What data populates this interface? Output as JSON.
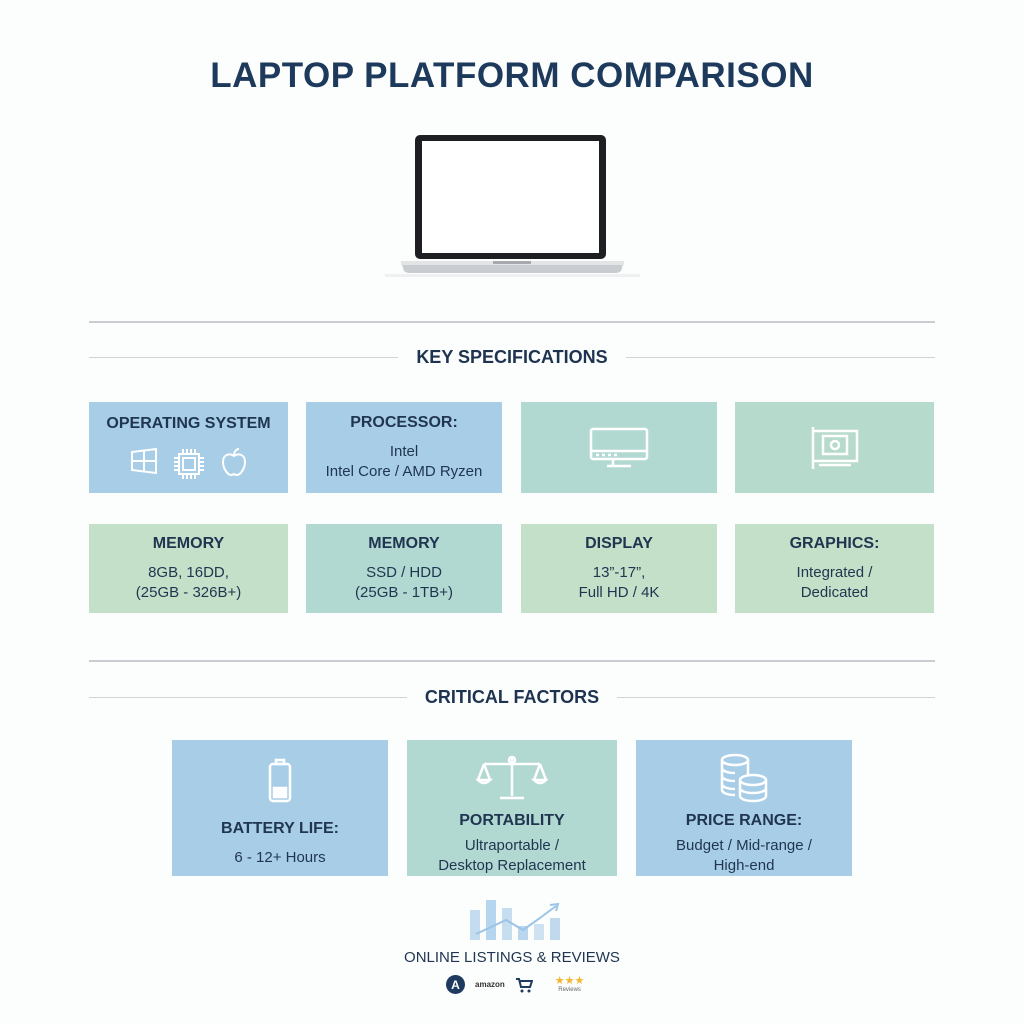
{
  "title": "LAPTOP PLATFORM COMPARISON",
  "sections": {
    "key": "KEY SPECIFICATIONS",
    "critical": "CRITICAL FACTORS"
  },
  "specs_top": [
    {
      "heading": "OPERATING SYSTEM",
      "icons": [
        "windows-icon",
        "chip-icon",
        "apple-icon"
      ]
    },
    {
      "heading": "PROCESSOR:",
      "line1": "Intel",
      "line2": "Intel Core / AMD Ryzen"
    },
    {
      "icon": "monitor-icon"
    },
    {
      "icon": "graphics-card-icon"
    }
  ],
  "specs_bottom": [
    {
      "heading": "MEMORY",
      "line1": "8GB, 16DD,",
      "line2": "(25GB - 326B+)"
    },
    {
      "heading": "MEMORY",
      "line1": "SSD / HDD",
      "line2": "(25GB - 1TB+)"
    },
    {
      "heading": "DISPLAY",
      "line1": "13”-17”,",
      "line2": "Full HD / 4K"
    },
    {
      "heading": "GRAPHICS:",
      "line1": "Integrated /",
      "line2": "Dedicated"
    }
  ],
  "factors": [
    {
      "heading": "BATTERY LIFE:",
      "line1": "6 - 12+ Hours",
      "icon": "battery-icon"
    },
    {
      "heading": "PORTABILITY",
      "line1": "Ultraportable /",
      "line2": "Desktop Replacement",
      "icon": "scale-icon"
    },
    {
      "heading": "PRICE RANGE:",
      "line1": "Budget / Mid-range /",
      "line2": "High-end",
      "icon": "coins-icon"
    }
  ],
  "footer": {
    "label": "ONLINE LISTINGS & REVIEWS",
    "badge": "A",
    "logo_text": "amazon",
    "rating_text": "Reviews"
  },
  "colors": {
    "navy": "#1d3a5c",
    "blue": "#a8cde6",
    "teal": "#b2d8d2",
    "green": "#c5e0c8"
  }
}
